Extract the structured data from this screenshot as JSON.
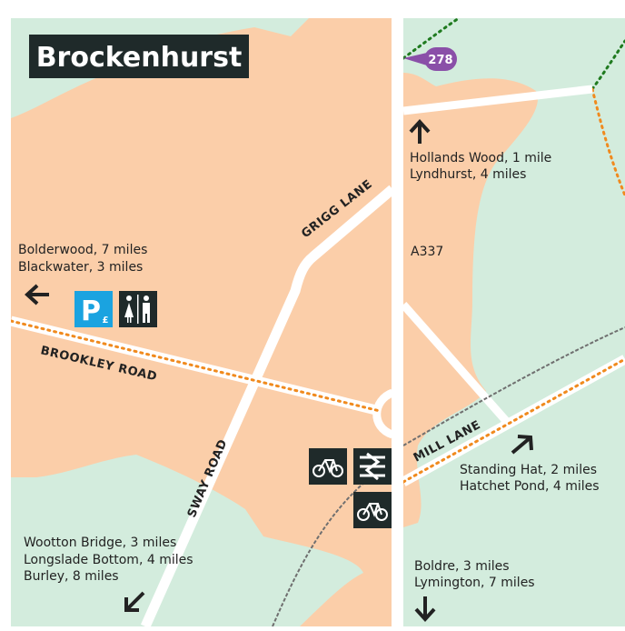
{
  "title": "Brockenhurst",
  "route_marker": "278",
  "roads": {
    "grigg_lane": "GRIGG LANE",
    "brookley_road": "BROOKLEY ROAD",
    "sway_road": "SWAY ROAD",
    "mill_lane": "MILL LANE",
    "a337": "A337"
  },
  "destinations": {
    "north": [
      "Hollands Wood, 1 mile",
      "Lyndhurst, 4 miles"
    ],
    "west": [
      "Bolderwood, 7 miles",
      "Blackwater, 3 miles"
    ],
    "southwest": [
      "Wootton Bridge, 3 miles",
      "Longslade Bottom, 4 miles",
      "Burley, 8 miles"
    ],
    "east": [
      "Standing Hat, 2 miles",
      "Hatchet Pond, 4 miles"
    ],
    "south": [
      "Boldre, 3 miles",
      "Lymington, 7 miles"
    ]
  },
  "facilities": {
    "parking_label": "P",
    "parking_fee": "£"
  },
  "colors": {
    "forest": "#d3ecdd",
    "town": "#fbcea9",
    "road": "#ffffff",
    "route_dots": "#f08a1e",
    "railway": "#6f6f6f",
    "trail": "#1f7a1f",
    "marker": "#8a4fa8",
    "info_blue": "#1aa3e0",
    "sign_dark": "#1f2a2a"
  }
}
